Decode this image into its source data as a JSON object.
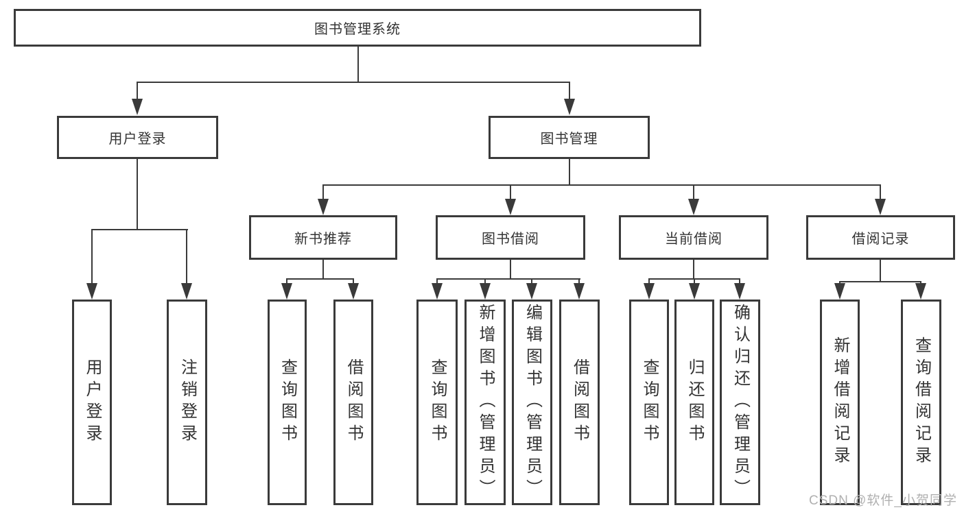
{
  "diagram_type": "hierarchy-tree",
  "tree": {
    "label": "图书管理系统",
    "children": [
      {
        "label": "用户登录",
        "children": [
          {
            "label": "用户登录"
          },
          {
            "label": "注销登录"
          }
        ]
      },
      {
        "label": "图书管理",
        "children": [
          {
            "label": "新书推荐",
            "children": [
              {
                "label": "查询图书"
              },
              {
                "label": "借阅图书"
              }
            ]
          },
          {
            "label": "图书借阅",
            "children": [
              {
                "label": "查询图书"
              },
              {
                "label": "新增图书（管理员）"
              },
              {
                "label": "编辑图书（管理员）"
              },
              {
                "label": "借阅图书"
              }
            ]
          },
          {
            "label": "当前借阅",
            "children": [
              {
                "label": "查询图书"
              },
              {
                "label": "归还图书"
              },
              {
                "label": "确认归还（管理员）"
              }
            ]
          },
          {
            "label": "借阅记录",
            "children": [
              {
                "label": "新增借阅记录"
              },
              {
                "label": "查询借阅记录"
              }
            ]
          }
        ]
      }
    ]
  },
  "watermark": "CSDN @软件_小贺同学",
  "colors": {
    "line": "#3a3a3a",
    "text": "#333333",
    "background": "#ffffff",
    "watermark": "#b0b0b0"
  }
}
